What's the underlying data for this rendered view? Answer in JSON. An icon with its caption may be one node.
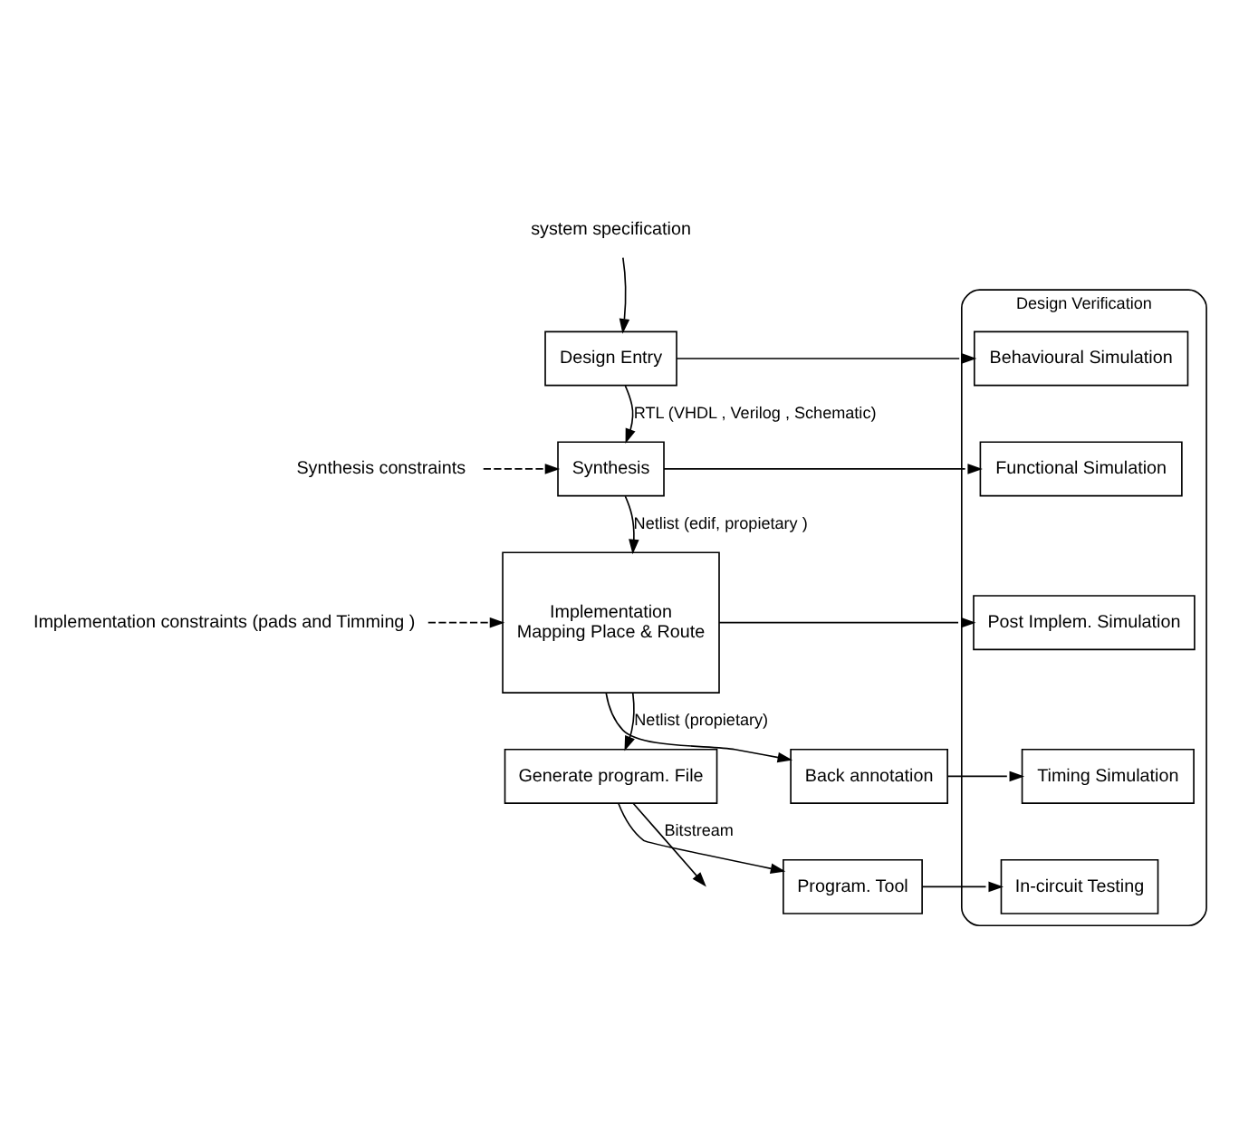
{
  "diagram": {
    "nodes": [
      {
        "text": [
          "system specification"
        ]
      },
      {
        "text": [
          "Design Verification"
        ]
      },
      {
        "text": [
          "Behavioural Simulation"
        ],
        "in": 1
      },
      {
        "text": [
          "Functional Simulation"
        ],
        "in": 1
      },
      {
        "text": [
          "Post Implem. Simulation"
        ],
        "in": 1
      },
      {
        "text": [
          "Timing Simulation"
        ],
        "in": 1
      },
      {
        "text": [
          "In-circuit Testing"
        ],
        "in": 1
      },
      {
        "text": [
          "Design Entry"
        ]
      },
      {
        "text": [
          "Synthesis"
        ]
      },
      {
        "text": [
          "Synthesis constraints"
        ]
      },
      {
        "text": [
          "Implementation",
          "Mapping Place & Route"
        ]
      },
      {
        "text": [
          "Implementation constraints (pads and Timming )"
        ]
      },
      {
        "text": [
          "Back annotation"
        ]
      },
      {
        "text": [
          "Generate program. File"
        ]
      },
      {
        "text": [
          "Program. Tool"
        ]
      }
    ],
    "edges": [
      {
        "from": 0,
        "to": 7,
        "arrow": "to"
      },
      {
        "from": 7,
        "to": 8,
        "arrow": "to",
        "label": "RTL (VHDL , Verilog , Schematic)"
      },
      {
        "from": 7,
        "to": 2,
        "arrow": "to"
      },
      {
        "from": 9,
        "to": 8,
        "arrow": "to",
        "style": "dashed"
      },
      {
        "from": 8,
        "to": 10,
        "arrow": "to",
        "label": "Netlist (edif, propietary )"
      },
      {
        "from": 8,
        "to": 3,
        "arrow": "to"
      },
      {
        "from": 11,
        "to": 10,
        "arrow": "to",
        "style": "dashed"
      },
      {
        "from": 10,
        "to": 4,
        "arrow": "to"
      },
      {
        "from": 10,
        "to": 13,
        "arrow": "to",
        "label": "Netlist (propietary)"
      },
      {
        "from": 10,
        "to": 12,
        "arrow": "to"
      },
      {
        "from": 12,
        "to": 5,
        "arrow": "to"
      },
      {
        "from": 13,
        "to": null,
        "arrow": "to",
        "label": "Bitstream"
      },
      {
        "from": 13,
        "to": 14,
        "arrow": "to"
      },
      {
        "from": 14,
        "to": 6,
        "arrow": "to"
      }
    ]
  }
}
